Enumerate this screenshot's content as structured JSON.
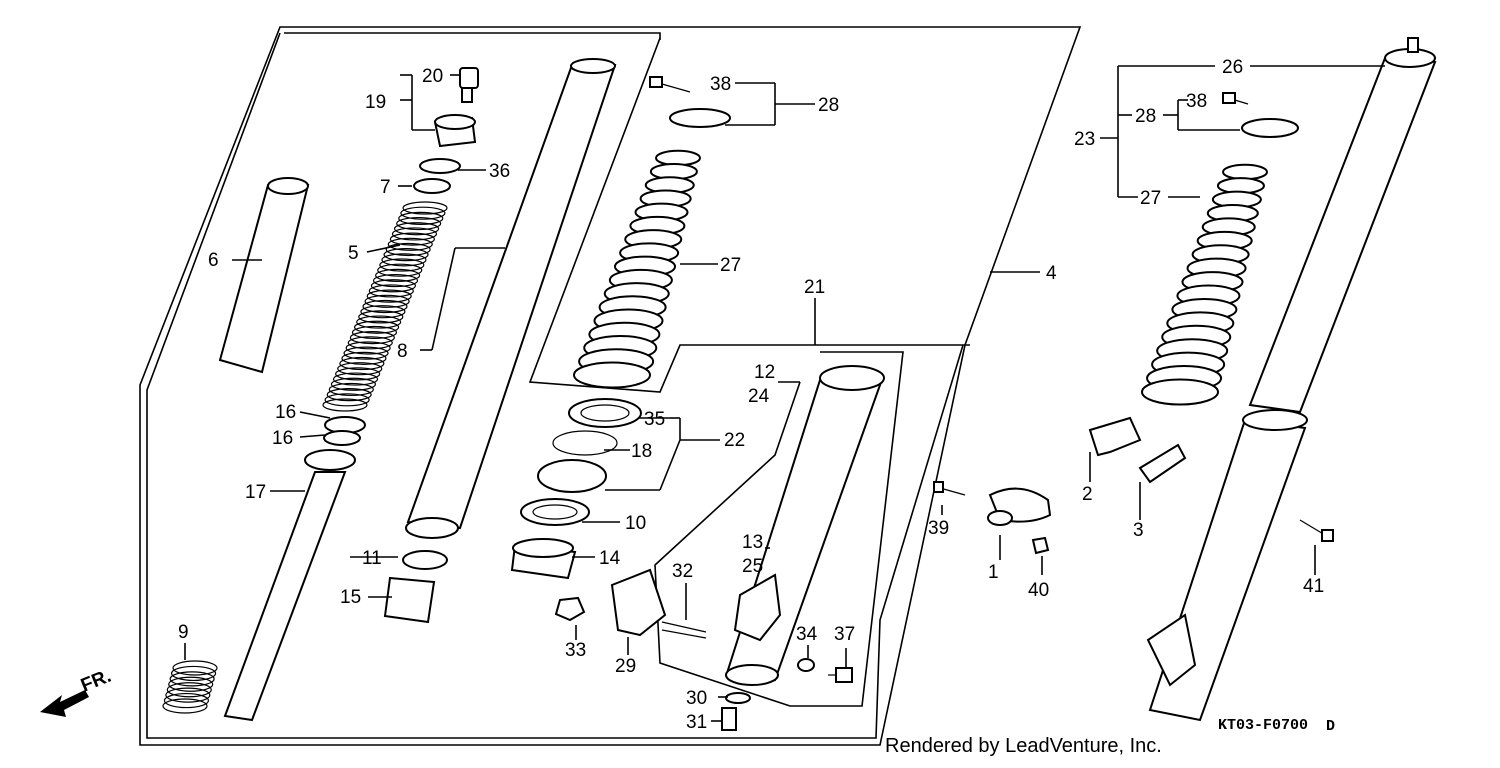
{
  "diagram": {
    "drawing_code": "KT03-F0700",
    "revision": "D",
    "footer": "Rendered by LeadVenture, Inc.",
    "front_indicator": "FR.",
    "callouts": [
      "1",
      "2",
      "3",
      "4",
      "5",
      "6",
      "7",
      "8",
      "9",
      "10",
      "11",
      "12",
      "24",
      "13",
      "25",
      "14",
      "15",
      "16",
      "16",
      "17",
      "18",
      "19",
      "20",
      "21",
      "22",
      "23",
      "26",
      "27",
      "27",
      "28",
      "28",
      "29",
      "30",
      "31",
      "32",
      "33",
      "34",
      "35",
      "36",
      "37",
      "38",
      "38",
      "39",
      "40",
      "41"
    ]
  }
}
